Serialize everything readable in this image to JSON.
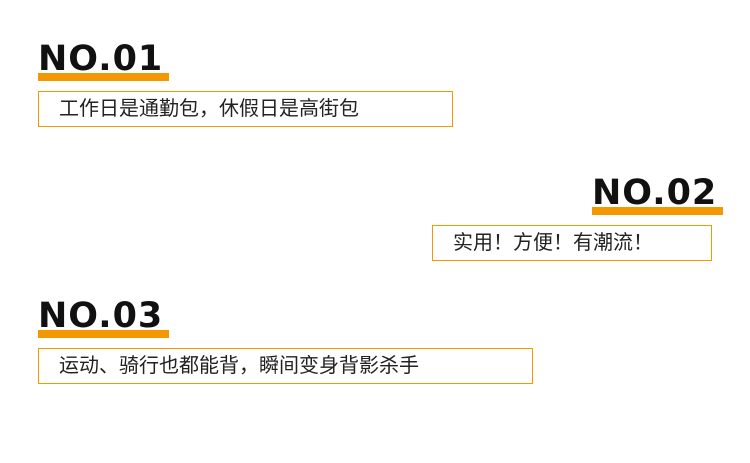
{
  "colors": {
    "accent": "#f39800",
    "text": "#222222",
    "number": "#111111"
  },
  "items": [
    {
      "number": "NO.01",
      "text": "工作日是通勤包，休假日是高街包"
    },
    {
      "number": "NO.02",
      "text": "实用！方便！有潮流！"
    },
    {
      "number": "NO.03",
      "text": "运动、骑行也都能背，瞬间变身背影杀手"
    }
  ]
}
